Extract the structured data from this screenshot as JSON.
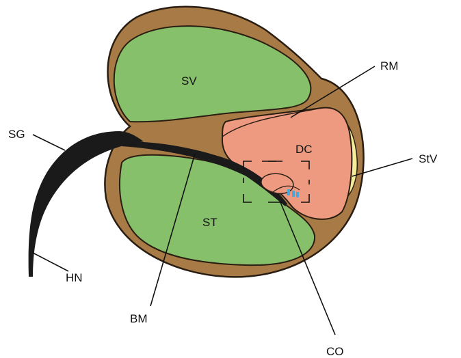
{
  "colors": {
    "wall": "#a87a45",
    "scala": "#86c06a",
    "duct": "#ee9a80",
    "stria": "#f3ec9a",
    "nerve": "#1a1a1a",
    "hair_cell": "#4aa6d6",
    "outline": "#2a1d12",
    "background": "#ffffff"
  },
  "labels": {
    "sv": "SV",
    "rm": "RM",
    "sg": "SG",
    "dc": "DC",
    "stv": "StV",
    "st": "ST",
    "hn": "HN",
    "bm": "BM",
    "co": "CO"
  },
  "inset_box": {
    "style": "dashed",
    "target": "CO"
  }
}
